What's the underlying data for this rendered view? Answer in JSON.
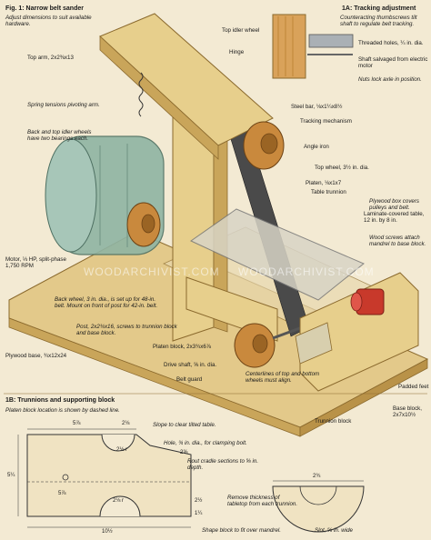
{
  "fig1": {
    "title": "Fig. 1: Narrow belt sander",
    "subtitle": "Adjust dimensions to suit available hardware."
  },
  "fig1a": {
    "title": "1A: Tracking adjustment",
    "note1": "Counteracting thumbscrews tilt shaft to regulate belt tracking.",
    "note2": "Threaded holes, ¼ in. dia.",
    "note3": "Shaft salvaged from electric motor",
    "note4": "Nuts lock axle in position."
  },
  "fig1b": {
    "title": "1B: Trunnions and supporting block",
    "subtitle": "Platen block location is shown by dashed line."
  },
  "labels": {
    "top_arm": "Top arm, 2x2⅜x13",
    "top_idler": "Top idler wheel",
    "hinge": "Hinge",
    "spring": "Spring tensions pivoting arm.",
    "back_top": "Back and top idler wheels have two bearings each.",
    "steel_bar": "Steel bar, ⅛x1¼x8½",
    "tracking": "Tracking mechanism",
    "angle_iron": "Angle iron",
    "top_wheel": "Top wheel, 3½ in. dia.",
    "platen": "Platen, ⅛x1x7",
    "table_trunnion": "Table trunnion",
    "laminate": "Laminate-covered table, 12 in. by 8 in.",
    "wood_screws": "Wood screws attach mandrel to base block.",
    "plywood_box": "Plywood box covers pulleys and belt.",
    "motor": "Motor, ⅓ HP, split-phase 1,750 RPM",
    "back_wheel": "Back wheel, 3 in. dia., is set up for 48-in. belt. Mount on front of post for 42-in. belt.",
    "post": "Post, 2x2¾x16, screws to trunnion block and base block.",
    "plywood_base": "Plywood base, ¾x12x24",
    "platen_block": "Platen block, 2x3¾x6⅞",
    "drive_shaft": "Drive shaft, ⅝ in. dia.",
    "belt_guard": "Belt guard",
    "centerlines": "Centerlines of top and bottom wheels must align.",
    "padded_feet": "Padded feet",
    "base_block": "Base block, 2x7x10½",
    "trunnion_block": "Trunnion block"
  },
  "detail_labels": {
    "slope": "Slope to clear tilted table.",
    "hole": "Hole, ¾ in. dia., for clamping bolt.",
    "router": "Rout cradle sections to ⅝ in. depth.",
    "shape_block": "Shape block to fit over mandrel.",
    "remove_thickness": "Remove thickness of tabletop from each trunnion.",
    "slot": "Slot, ⅝ in. wide"
  },
  "dims": {
    "d1": "5⅞",
    "d2": "2⅛",
    "d3": "2⅛ r",
    "d4": "5⅞",
    "d5": "2⅛ r",
    "d6": "2½",
    "d7": "1¼",
    "d8": "10½",
    "d9": "2⅝",
    "d10": "2¾",
    "d11": "5¼"
  },
  "watermark": "WOODARCHIVIST.COM",
  "colors": {
    "background": "#f3ead3",
    "wood": "#e7cf8c",
    "wood_dark": "#c9a55a",
    "base": "#e3c98a",
    "motor": "#8fb4a3",
    "wheel": "#c9893d",
    "mandrel": "#c8392b"
  }
}
